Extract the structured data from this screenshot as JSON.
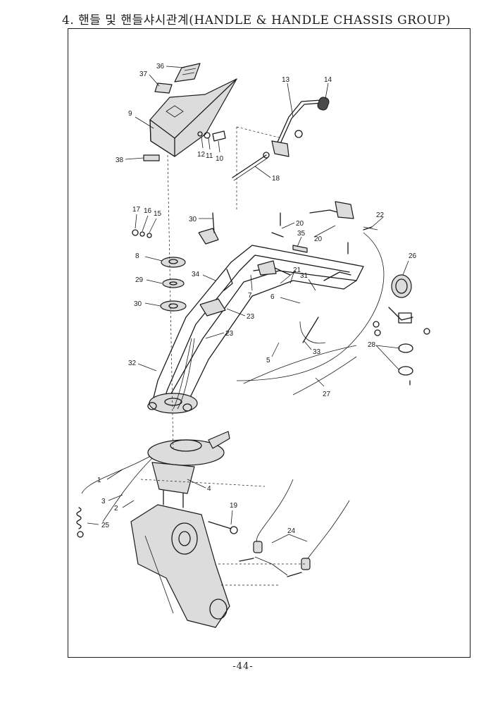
{
  "header": {
    "title": "4. 핸들 및 핸들샤시관계(HANDLE & HANDLE CHASSIS GROUP)"
  },
  "footer": {
    "page_number": "-44-"
  },
  "callouts": [
    "36",
    "37",
    "9",
    "12",
    "11",
    "10",
    "38",
    "13",
    "14",
    "18",
    "17",
    "16",
    "15",
    "30",
    "20",
    "22",
    "35",
    "8",
    "34",
    "20",
    "21",
    "7",
    "29",
    "31",
    "26",
    "6",
    "30",
    "23",
    "23",
    "33",
    "28",
    "5",
    "32",
    "27",
    "1",
    "4",
    "3",
    "2",
    "19",
    "25",
    "24"
  ]
}
